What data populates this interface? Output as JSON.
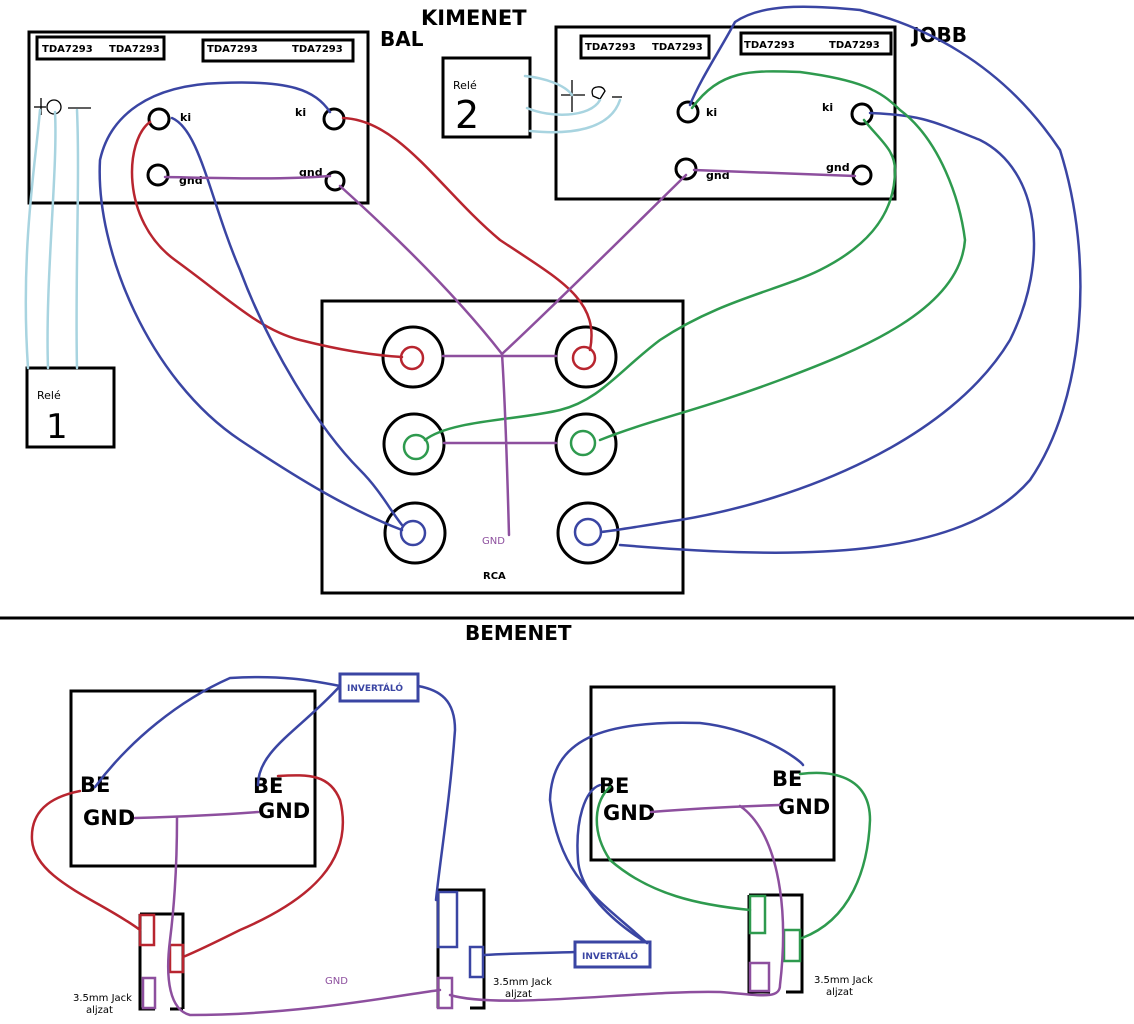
{
  "colors": {
    "outline": "#000000",
    "red": "#b8252f",
    "blue": "#3a45a3",
    "green": "#2e9a4e",
    "purple": "#8d4f9e",
    "lightblue": "#a8d4e0"
  },
  "output_section": {
    "title": "KIMENET",
    "left_board": {
      "side_label": "BAL",
      "chips": [
        "TDA7293",
        "TDA7293",
        "TDA7293",
        "TDA7293"
      ],
      "terminals": {
        "ki_left": "ki",
        "gnd_left": "gnd",
        "ki_right": "ki",
        "gnd_right": "gnd"
      }
    },
    "right_board": {
      "side_label": "JOBB",
      "chips": [
        "TDA7293",
        "TDA7293",
        "TDA7293",
        "TDA7293"
      ],
      "terminals": {
        "ki_left": "ki",
        "gnd_left": "gnd",
        "ki_right": "ki",
        "gnd_right": "gnd"
      }
    },
    "relay1": {
      "label": "Relé",
      "number": "1"
    },
    "relay2": {
      "label": "Relé",
      "number": "2"
    },
    "rca_panel": {
      "label": "RCA",
      "gnd_label": "GND"
    }
  },
  "input_section": {
    "title": "BEMENET",
    "left_board": {
      "be_left": "BE",
      "gnd_left": "GND",
      "be_right": "BE",
      "gnd_right": "GND"
    },
    "right_board": {
      "be_left": "BE",
      "gnd_left": "GND",
      "be_right": "BE",
      "gnd_right": "GND"
    },
    "inverter_top": "INVERTÁLÓ",
    "inverter_bottom": "INVERTÁLÓ",
    "jack_label_line1": "3.5mm Jack",
    "jack_label_line2": "aljzat",
    "gnd_wire_label": "GND"
  }
}
